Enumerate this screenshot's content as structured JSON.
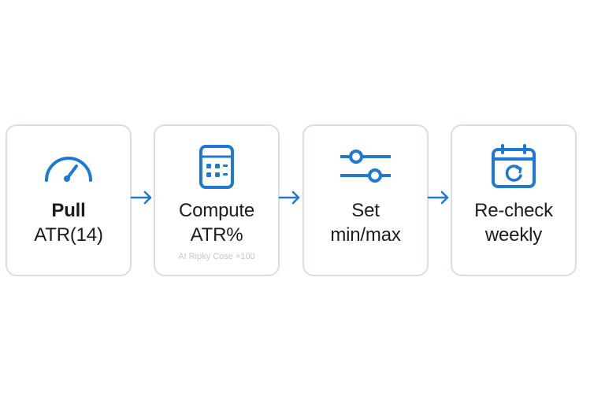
{
  "accent_color": "#1f78d1",
  "border_color": "#d9dee5",
  "steps": [
    {
      "icon": "gauge-icon",
      "label_line1": "Pull",
      "label_line2": "ATR(14)",
      "note": ""
    },
    {
      "icon": "calculator-icon",
      "label_line1": "Compute",
      "label_line2": "ATR%",
      "note": "At Ripky Cose ×100"
    },
    {
      "icon": "sliders-icon",
      "label_line1": "Set",
      "label_line2": "min/max",
      "note": ""
    },
    {
      "icon": "calendar-icon",
      "label_line1": "Re-check",
      "label_line2": "weekly",
      "note": ""
    }
  ],
  "arrows": [
    "arrow-right-icon",
    "arrow-right-icon",
    "arrow-right-icon"
  ]
}
